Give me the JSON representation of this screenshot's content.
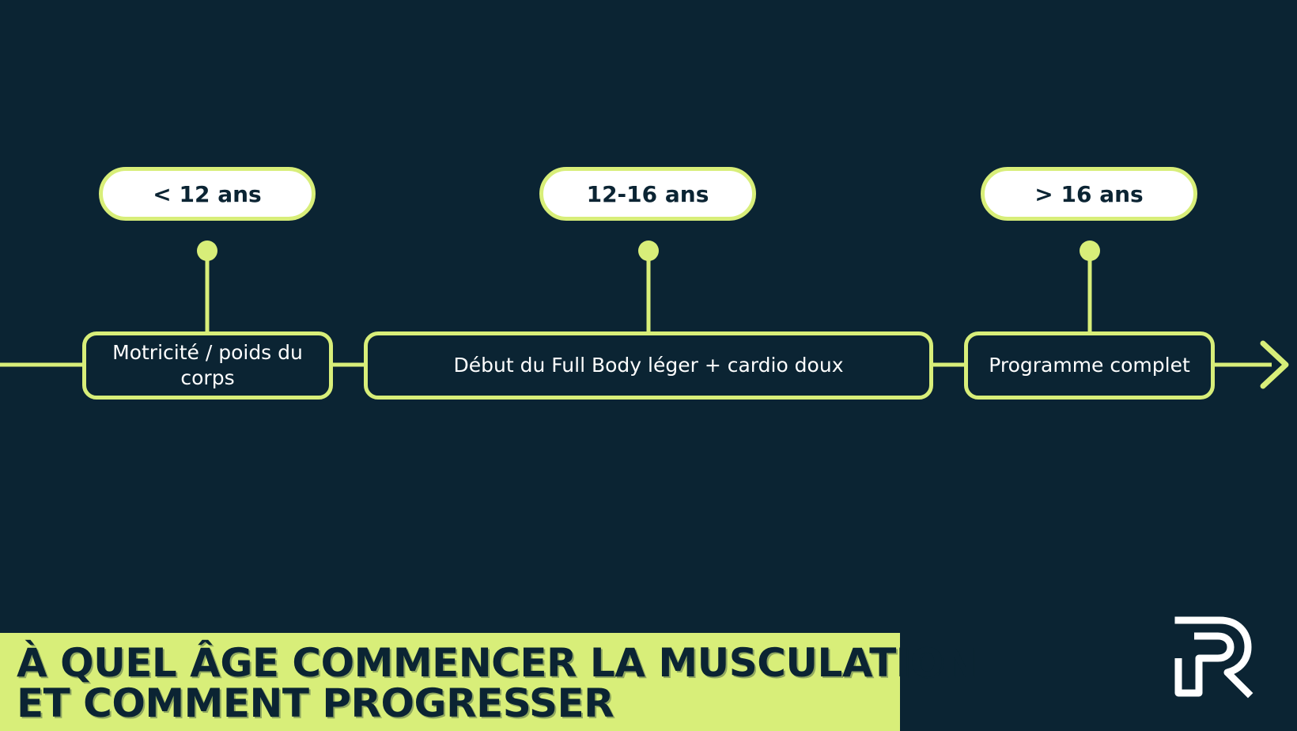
{
  "timeline": {
    "stages": [
      {
        "age": "< 12 ans",
        "description": "Motricité / poids du corps"
      },
      {
        "age": "12-16 ans",
        "description": "Début du Full Body léger + cardio doux"
      },
      {
        "age": "> 16 ans",
        "description": "Programme complet"
      }
    ]
  },
  "title": {
    "line1": "À QUEL ÂGE COMMENCER LA MUSCULATION",
    "line2": "ET COMMENT PROGRESSER"
  },
  "logo": {
    "icon": "r-logo-icon"
  },
  "colors": {
    "background": "#0b2433",
    "accent": "#d8ee79",
    "pill": "#ffffff",
    "text_dark": "#0b2433"
  }
}
